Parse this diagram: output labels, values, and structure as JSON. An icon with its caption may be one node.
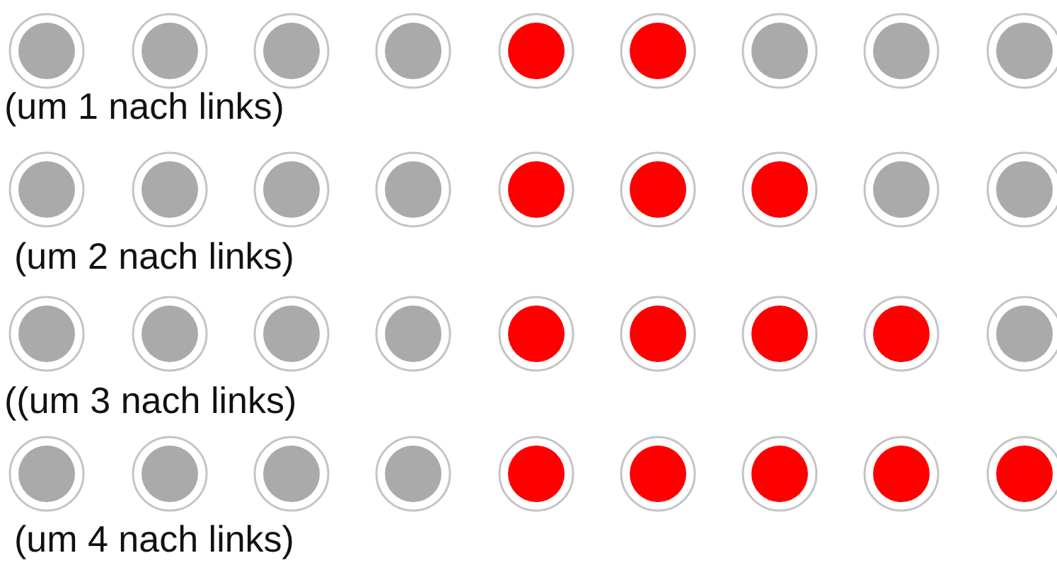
{
  "diagram": {
    "labels": [
      "(um 1 nach links)",
      "(um 2 nach links)",
      "((um 3 nach links)",
      "(um 4 nach links)"
    ]
  }
}
